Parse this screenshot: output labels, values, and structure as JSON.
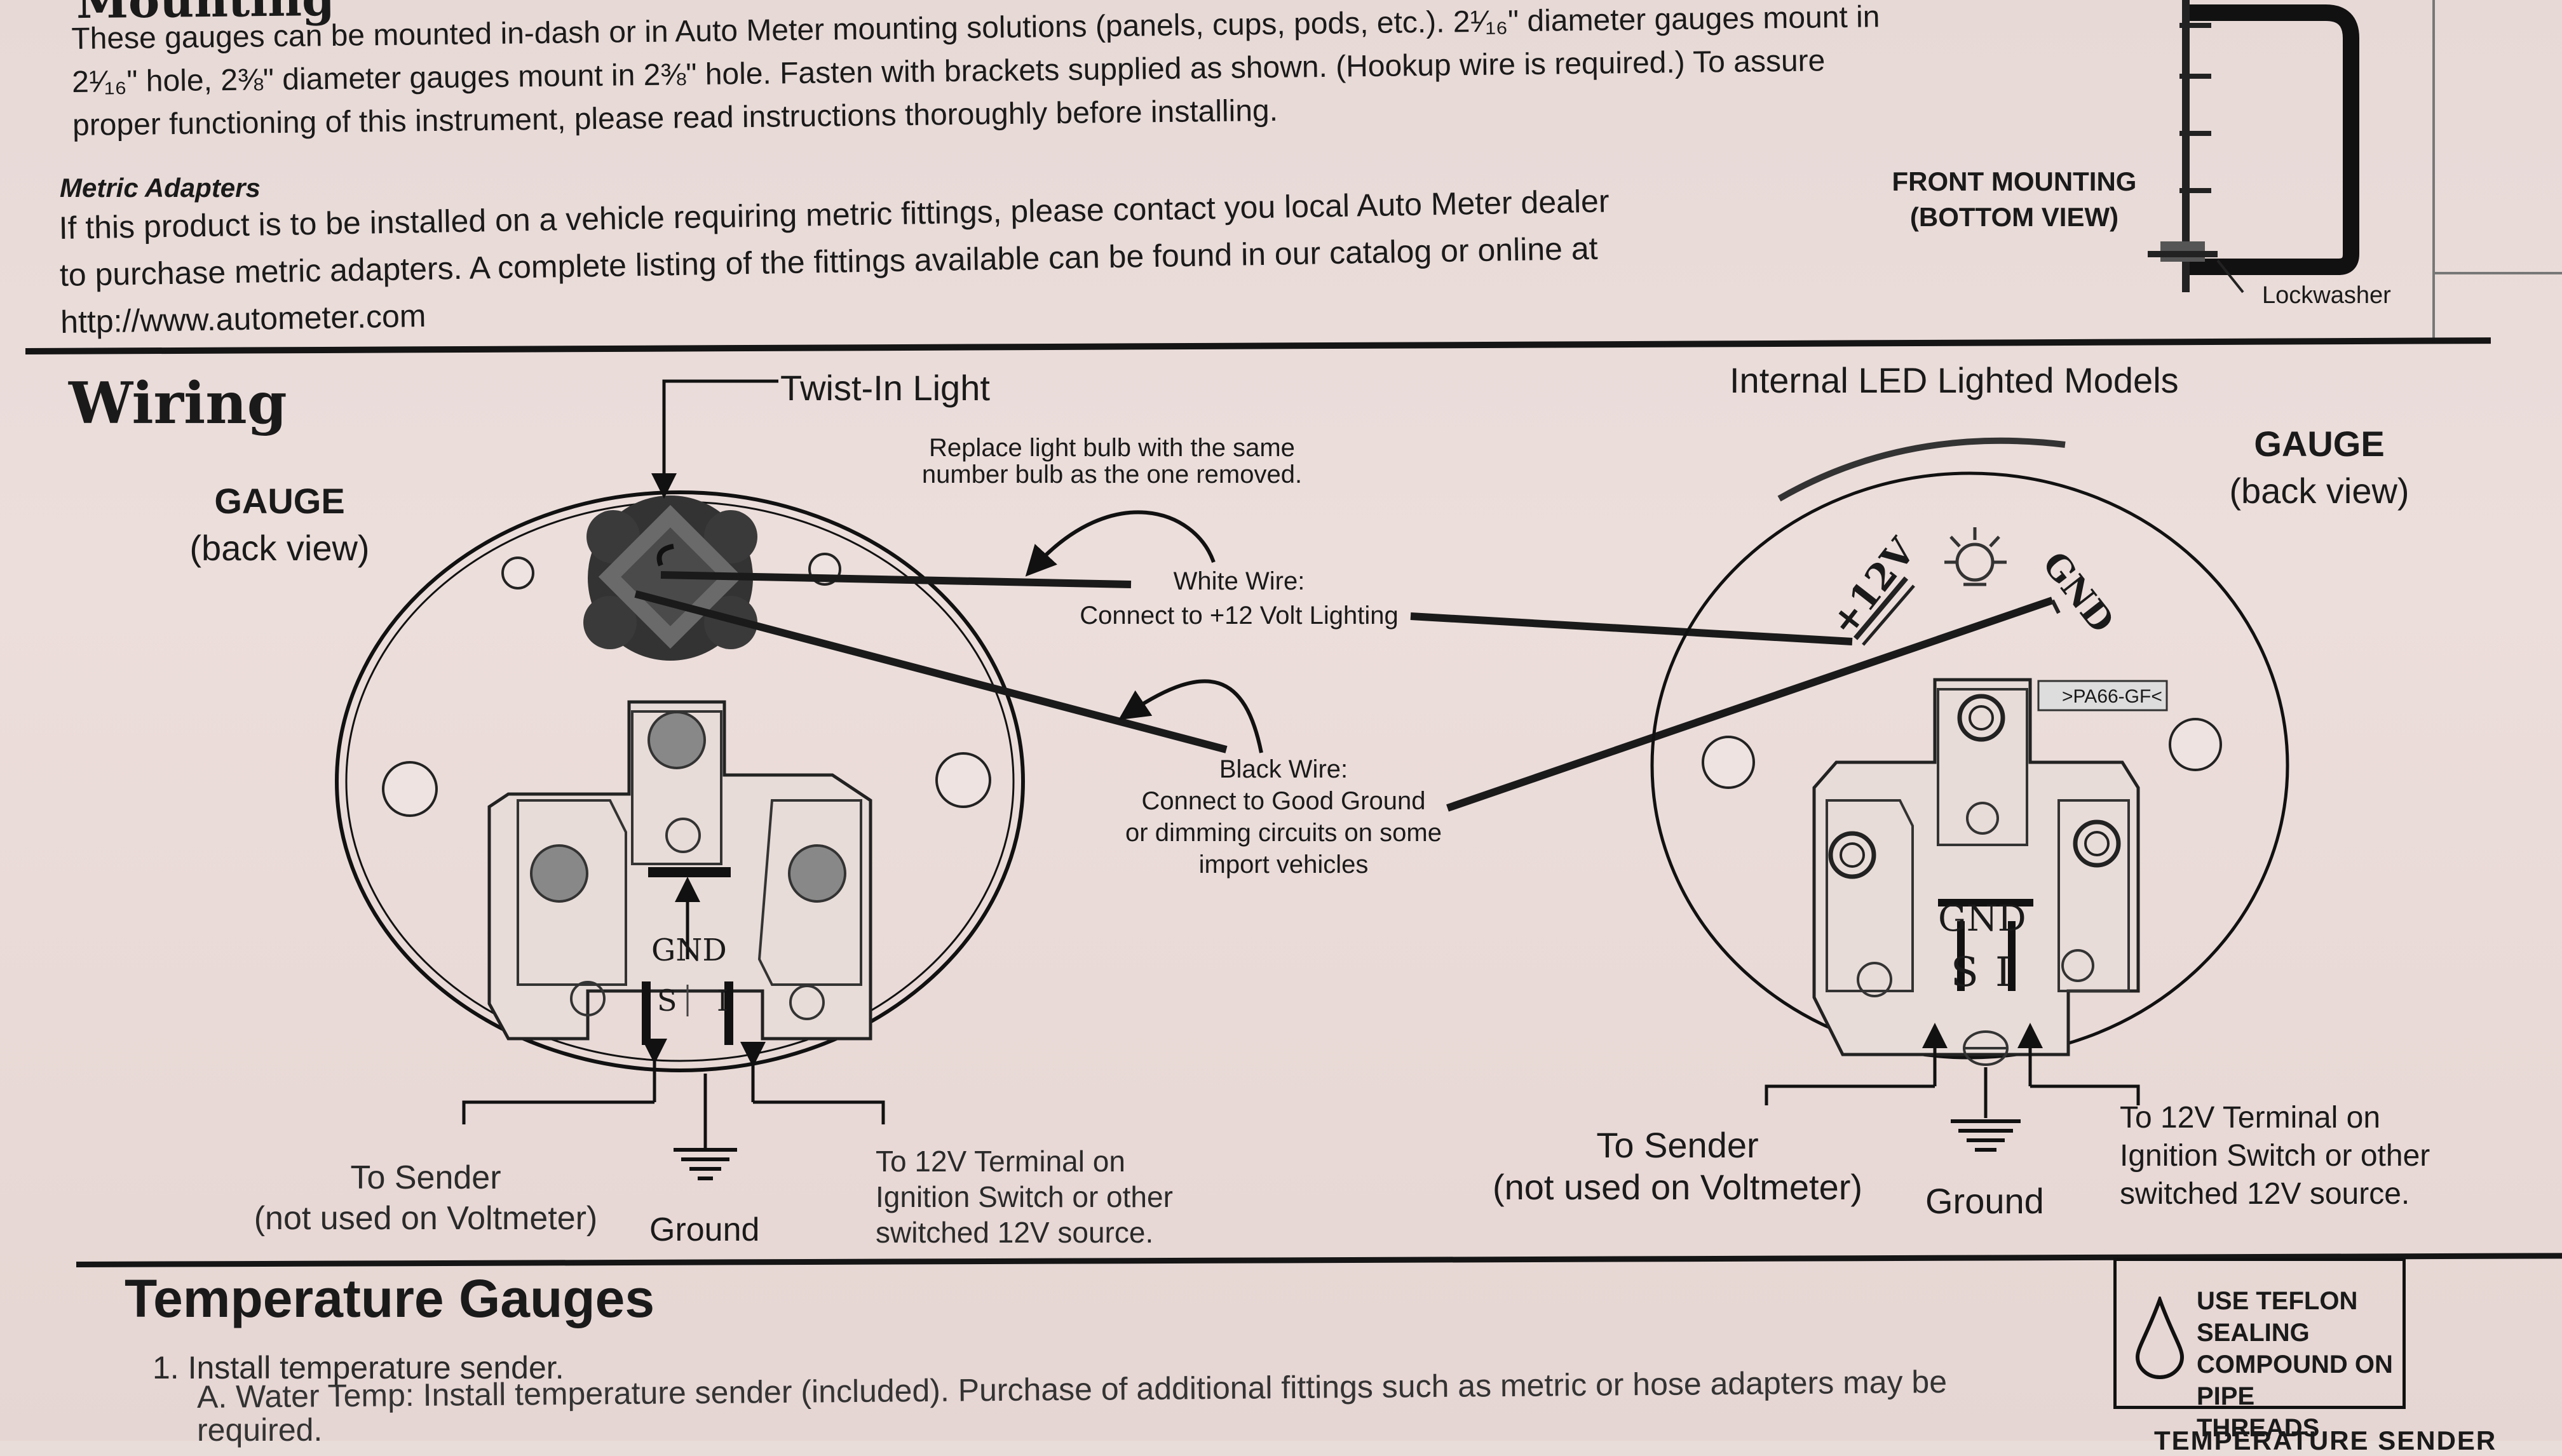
{
  "mounting": {
    "heading": "Mounting",
    "line1": "These gauges can be mounted in-dash or in Auto Meter mounting solutions (panels, cups, pods, etc.). 2¹⁄₁₆\" diameter gauges mount in",
    "line2": "2¹⁄₁₆\" hole,  2⅜\" diameter gauges mount in  2⅜\" hole. Fasten with brackets supplied as shown. (Hookup wire is required.)  To assure",
    "line3": "proper functioning of this instrument, please read instructions thoroughly before installing."
  },
  "metric": {
    "heading": "Metric Adapters",
    "line1": "If this product is to be installed on a vehicle requiring metric fittings, please contact you local Auto Meter dealer",
    "line2": "to purchase metric adapters. A complete listing of the fittings available can be found in our catalog or online at",
    "line3": "http://www.autometer.com"
  },
  "front_mounting": {
    "line1": "FRONT MOUNTING",
    "line2": "(BOTTOM VIEW)",
    "lockwasher": "Lockwasher"
  },
  "wiring": {
    "heading": "Wiring",
    "twist_in_light": "Twist-In Light",
    "replace_bulb_line1": "Replace light bulb with the same",
    "replace_bulb_line2": "number bulb as the one removed.",
    "white_wire_line1": "White Wire:",
    "white_wire_line2": "Connect to +12 Volt Lighting",
    "black_wire_line1": "Black Wire:",
    "black_wire_line2": "Connect to Good Ground",
    "black_wire_line3": "or dimming circuits on some",
    "black_wire_line4": "import vehicles",
    "led_models": "Internal LED Lighted Models",
    "left_gauge": {
      "title": "GAUGE",
      "subtitle": "(back view)",
      "gnd": "GND",
      "s": "S",
      "i": "I"
    },
    "right_gauge": {
      "title": "GAUGE",
      "subtitle": "(back view)",
      "gnd": "GND",
      "s": "S",
      "i": "I",
      "plus12v": "+12V",
      "gnd_led": "GND",
      "part_tag": ">PA66-GF<"
    },
    "left_bottom": {
      "sender_line1": "To Sender",
      "sender_line2": "(not used on Voltmeter)",
      "ground": "Ground",
      "ign_line1": "To 12V Terminal on",
      "ign_line2": "Ignition Switch or other",
      "ign_line3": "switched 12V source."
    },
    "right_bottom": {
      "sender_line1": "To Sender",
      "sender_line2": "(not used on Voltmeter)",
      "ground": "Ground",
      "ign_line1": "To 12V Terminal on",
      "ign_line2": "Ignition Switch or other",
      "ign_line3": "switched 12V source."
    }
  },
  "temperature": {
    "heading": "Temperature Gauges",
    "step1": "1. Install temperature sender.",
    "step1a": "A. Water Temp: Install temperature sender (included). Purchase of additional fittings such as metric or hose adapters may be",
    "step1a_cont": "required.",
    "teflon_line1": "USE TEFLON SEALING",
    "teflon_line2": "COMPOUND ON PIPE",
    "teflon_line3": "THREADS",
    "next_heading": "TEMPERATURE SENDER"
  }
}
